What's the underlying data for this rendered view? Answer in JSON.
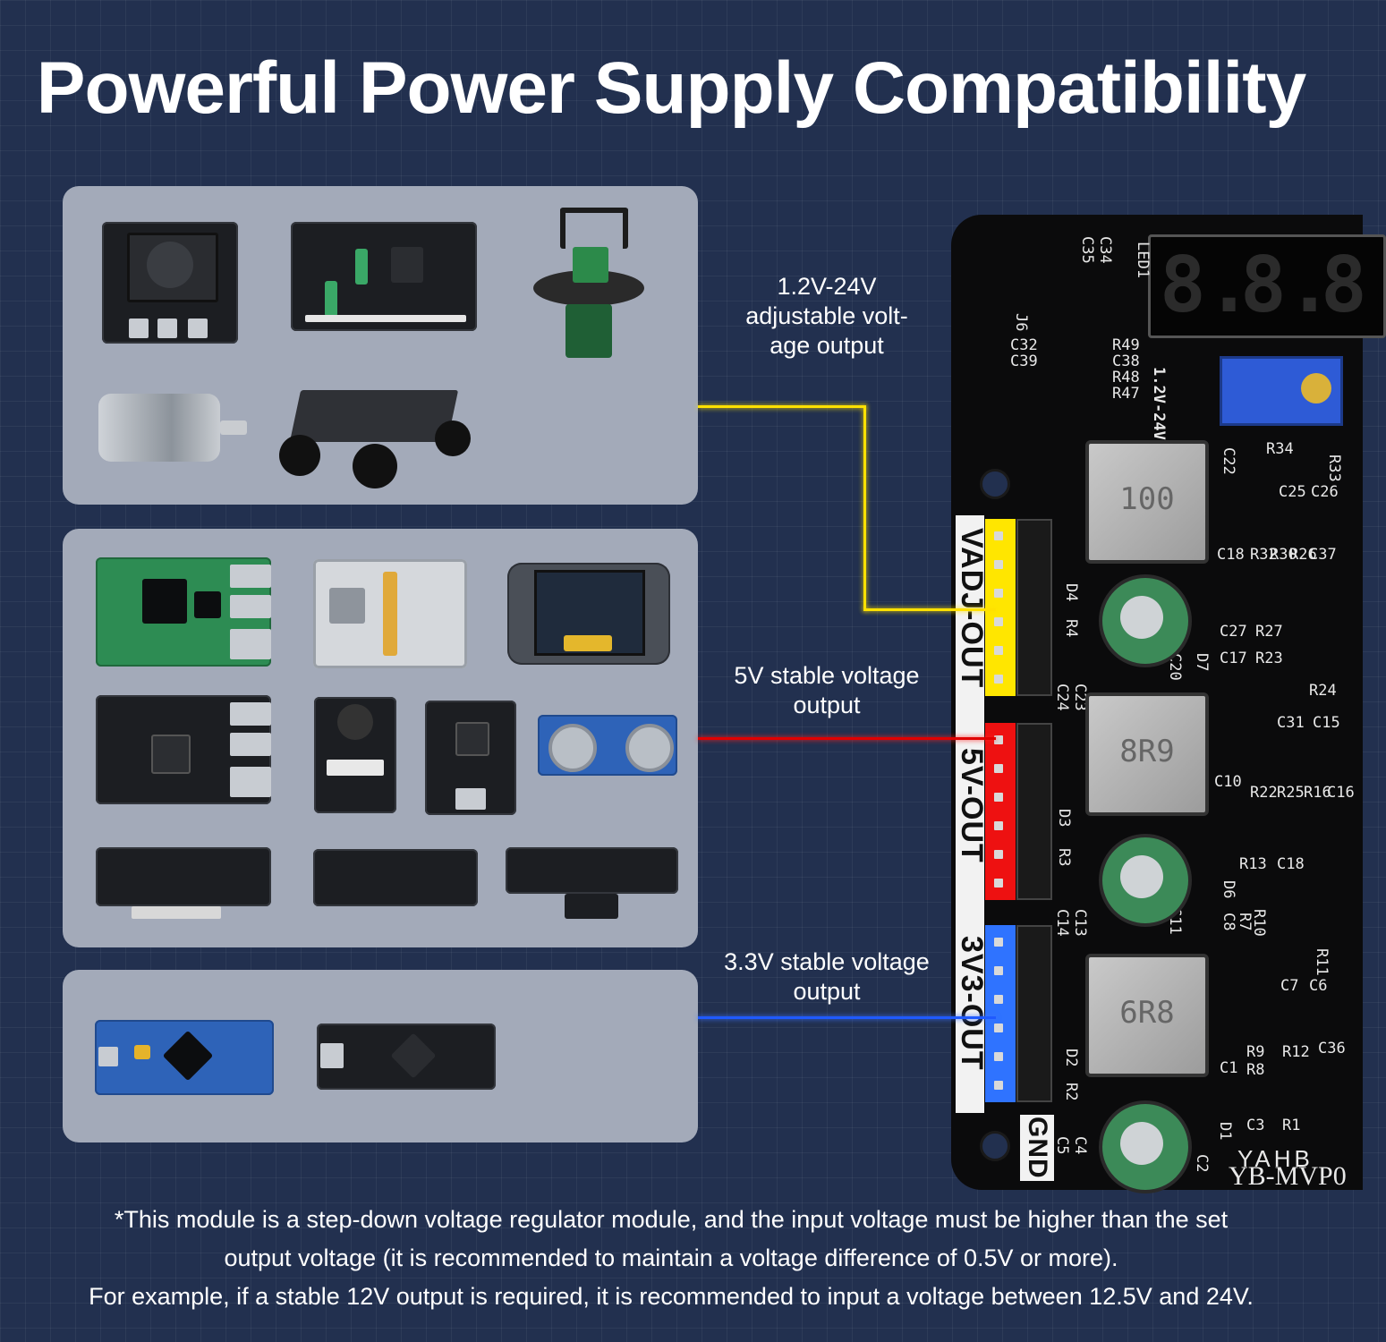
{
  "title": "Powerful Power Supply Compatibility",
  "outputs": [
    {
      "label": "1.2V-24V adjustable voltage output",
      "label_lines": [
        "1.2V-24V",
        "adjustable volt-",
        "age output"
      ],
      "wire_color": "#ffe100",
      "header_color": "#ffe600"
    },
    {
      "label": "5V stable voltage output",
      "label_lines": [
        "5V stable voltage",
        "output"
      ],
      "wire_color": "#e00000",
      "header_color": "#ee1111"
    },
    {
      "label": "3.3V stable voltage output",
      "label_lines": [
        "3.3V stable voltage",
        "output"
      ],
      "wire_color": "#1f5aff",
      "header_color": "#2f73ff"
    }
  ],
  "board": {
    "header_labels": [
      "VADJ-OUT",
      "5V-OUT",
      "3V3-OUT",
      "GND"
    ],
    "inductors": [
      "100",
      "8R9",
      "6R8"
    ],
    "model": "YB-MVP0",
    "brand": "YAHB",
    "silkscreen": [
      "C34",
      "C35",
      "LED1",
      "J6",
      "C32",
      "C39",
      "R49",
      "C38",
      "R48",
      "R47",
      "1.2V-24V",
      "C22",
      "R34",
      "R33",
      "C25",
      "C26",
      "C18",
      "R32",
      "R30",
      "R26",
      "C37",
      "D4",
      "R4",
      "C20",
      "C24",
      "C23",
      "D7",
      "R27",
      "C27",
      "C17",
      "R23",
      "R24",
      "C31",
      "C15",
      "C10",
      "R22",
      "R25",
      "R16",
      "C16",
      "D3",
      "R3",
      "C14",
      "C13",
      "D6",
      "C11",
      "R13",
      "C18",
      "R10",
      "C8",
      "R7",
      "R11",
      "C7",
      "C6",
      "R9",
      "R8",
      "R12",
      "C36",
      "C1",
      "D2",
      "R2",
      "C4",
      "C5",
      "C3",
      "R1",
      "D1",
      "C2"
    ]
  },
  "footer": [
    "*This module is a step-down voltage regulator module, and the input voltage must be higher than the set",
    "output voltage (it is recommended to maintain a voltage difference of 0.5V or more).",
    "For example, if a stable 12V output is required, it is recommended to input a voltage between 12.5V and 24V."
  ],
  "colors": {
    "background": "#22304f",
    "panel": "#a3aab9",
    "board": "#0b0b0c"
  }
}
